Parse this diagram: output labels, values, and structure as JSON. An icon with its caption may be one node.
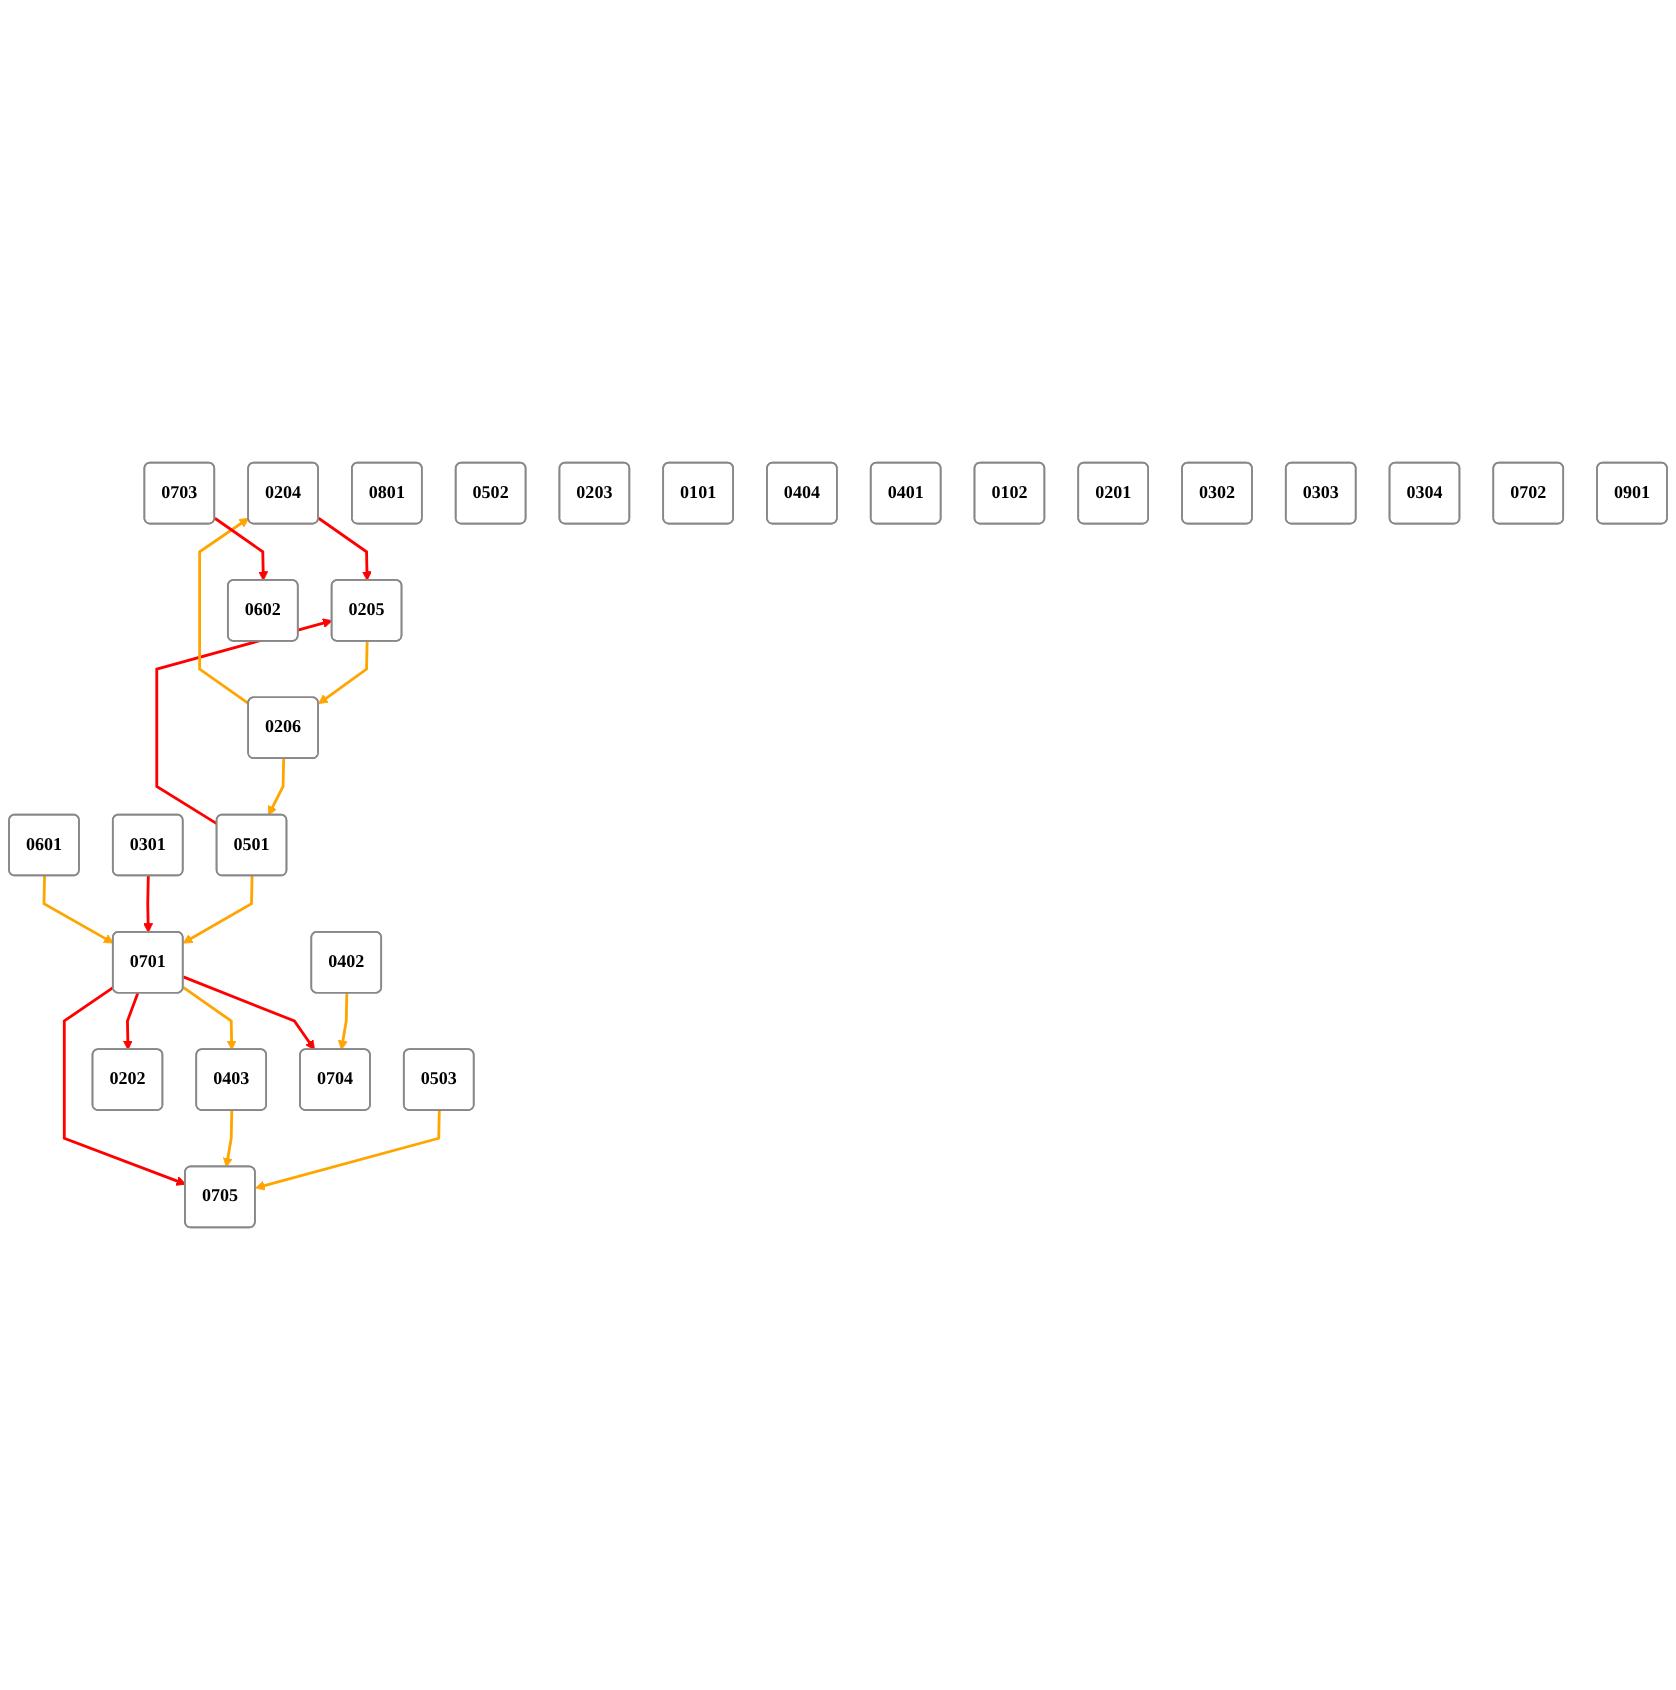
{
  "diagram": {
    "nodes": [
      {
        "text": [
          "0801"
        ]
      },
      {
        "text": [
          "0503"
        ]
      },
      {
        "text": [
          "0502"
        ]
      },
      {
        "text": [
          "0204"
        ]
      },
      {
        "text": [
          "0501"
        ]
      },
      {
        "text": [
          "0203"
        ]
      },
      {
        "text": [
          "0101"
        ]
      },
      {
        "text": [
          "0202"
        ]
      },
      {
        "text": [
          "0205"
        ]
      },
      {
        "text": [
          "0602"
        ]
      },
      {
        "text": [
          "0601"
        ]
      },
      {
        "text": [
          "0404"
        ]
      },
      {
        "text": [
          "0401"
        ]
      },
      {
        "text": [
          "0102"
        ]
      },
      {
        "text": [
          "0201"
        ]
      },
      {
        "text": [
          "0206"
        ]
      },
      {
        "text": [
          "0403"
        ]
      },
      {
        "text": [
          "0402"
        ]
      },
      {
        "text": [
          "0302"
        ]
      },
      {
        "text": [
          "0303"
        ]
      },
      {
        "text": [
          "0301"
        ]
      },
      {
        "text": [
          "0304"
        ]
      },
      {
        "text": [
          "0701"
        ]
      },
      {
        "text": [
          "0702"
        ]
      },
      {
        "text": [
          "0703"
        ]
      },
      {
        "text": [
          "0705"
        ]
      },
      {
        "text": [
          "0704"
        ]
      },
      {
        "text": [
          "0901"
        ]
      }
    ],
    "edges": [
      {
        "from": 4,
        "to": 8,
        "arrow": "to",
        "color": "#ff0000"
      },
      {
        "from": 15,
        "to": 4,
        "arrow": "to"
      },
      {
        "from": 1,
        "to": 25,
        "arrow": "to"
      },
      {
        "from": 4,
        "to": 22,
        "arrow": "to"
      },
      {
        "from": 22,
        "to": 7,
        "arrow": "to",
        "color": "#ff0000"
      },
      {
        "from": 20,
        "to": 22,
        "arrow": "to",
        "color": "#ff0000"
      },
      {
        "from": 15,
        "to": 3,
        "arrow": "to"
      },
      {
        "from": 8,
        "to": 15,
        "arrow": "to"
      },
      {
        "from": 3,
        "to": 8,
        "arrow": "to",
        "color": "#ff0000"
      },
      {
        "from": 16,
        "to": 25,
        "arrow": "to"
      },
      {
        "from": 22,
        "to": 25,
        "arrow": "to",
        "color": "#ff0000"
      },
      {
        "from": 17,
        "to": 26,
        "arrow": "to"
      },
      {
        "from": 22,
        "to": 26,
        "arrow": "to",
        "color": "#ff0000"
      },
      {
        "from": 10,
        "to": 22,
        "arrow": "to"
      },
      {
        "from": 22,
        "to": 16,
        "arrow": "to"
      },
      {
        "from": 24,
        "to": 9,
        "arrow": "to",
        "color": "#ff0000"
      }
    ]
  }
}
